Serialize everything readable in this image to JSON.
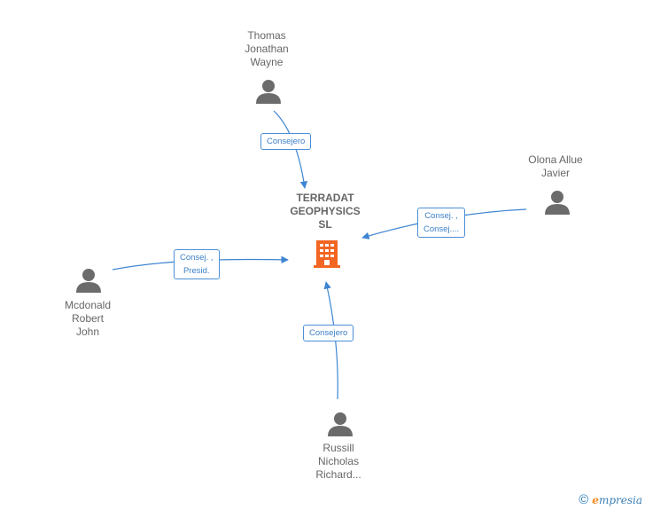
{
  "company": {
    "name": "TERRADAT\nGEOPHYSICS\nSL",
    "icon": "building-icon",
    "color": "#f26522"
  },
  "people": [
    {
      "id": "thomas",
      "name": "Thomas\nJonathan\nWayne",
      "icon": "person-icon"
    },
    {
      "id": "olona",
      "name": "Olona Allue\nJavier",
      "icon": "person-icon"
    },
    {
      "id": "mcdonald",
      "name": "Mcdonald\nRobert\nJohn",
      "icon": "person-icon"
    },
    {
      "id": "russill",
      "name": "Russill\nNicholas\nRichard...",
      "icon": "person-icon"
    }
  ],
  "relations": [
    {
      "from": "thomas",
      "label": "Consejero"
    },
    {
      "from": "olona",
      "label": "Consej. ,\nConsej...."
    },
    {
      "from": "mcdonald",
      "label": "Consej. ,\nPresid."
    },
    {
      "from": "russill",
      "label": "Consejero"
    }
  ],
  "colors": {
    "edge": "#3d85d1",
    "node": "#6b6b6b",
    "label_text": "#3c7fc9"
  },
  "footer": {
    "copyright": "©",
    "brand_initial": "e",
    "brand_rest": "mpresia"
  }
}
